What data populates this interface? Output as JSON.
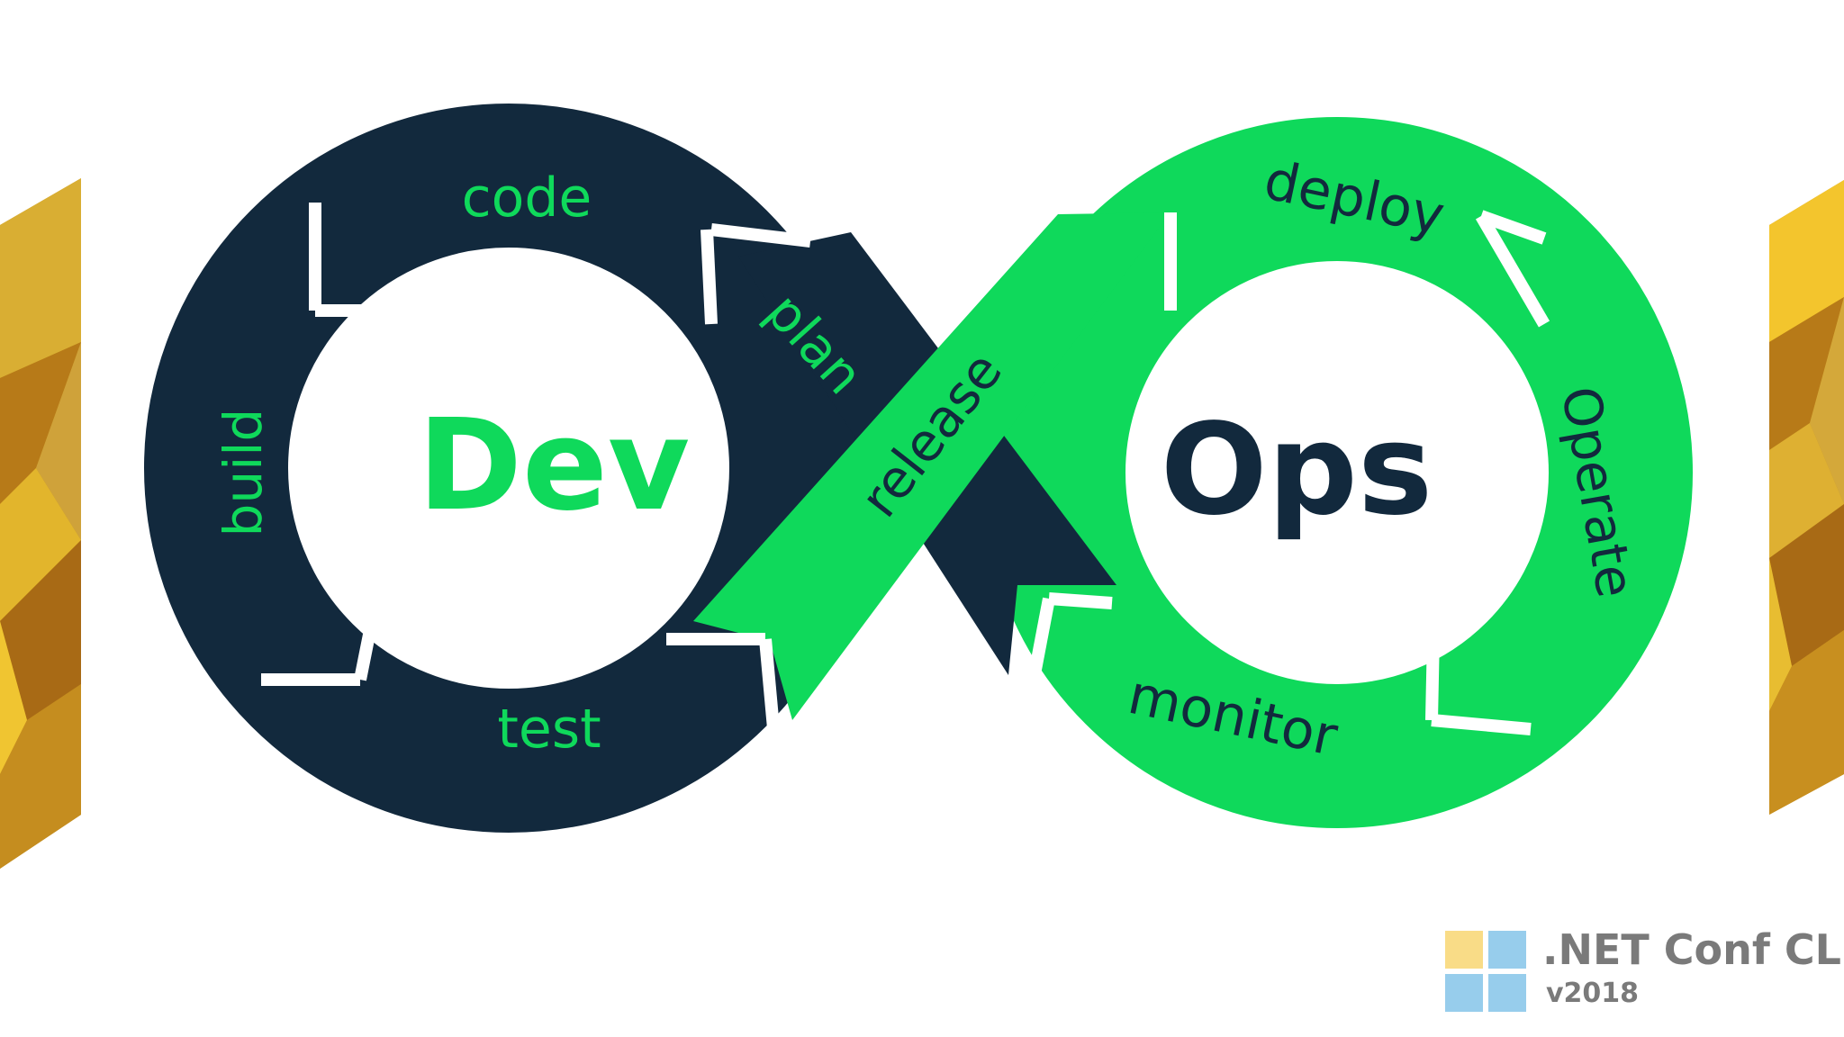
{
  "diagram": {
    "left_loop_center": "Dev",
    "right_loop_center": "Ops",
    "stages": {
      "plan": "plan",
      "code": "code",
      "build": "build",
      "test": "test",
      "release": "release",
      "deploy": "deploy",
      "operate": "Operate",
      "monitor": "monitor"
    }
  },
  "branding": {
    "title": ".NET Conf CL",
    "subtitle": "v2018"
  },
  "colors": {
    "navy": "#12293d",
    "green": "#0fd95b",
    "gold": "#d4a626",
    "logo_yellow": "#f9dc87",
    "logo_blue": "#97cdec",
    "brand_gray": "#7a7a7a"
  }
}
